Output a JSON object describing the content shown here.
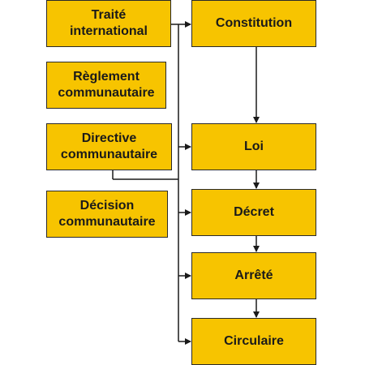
{
  "colors": {
    "box_fill": "#f7c400",
    "box_border": "#2a2a2a",
    "connector": "#1a1a1a"
  },
  "boxes": {
    "traite": "Traité\ninternational",
    "reglement": "Règlement\ncommunautaire",
    "directive": "Directive\ncommunautaire",
    "decision": "Décision\ncommunautaire",
    "constitution": "Constitution",
    "loi": "Loi",
    "decret": "Décret",
    "arrete": "Arrêté",
    "circulaire": "Circulaire"
  }
}
